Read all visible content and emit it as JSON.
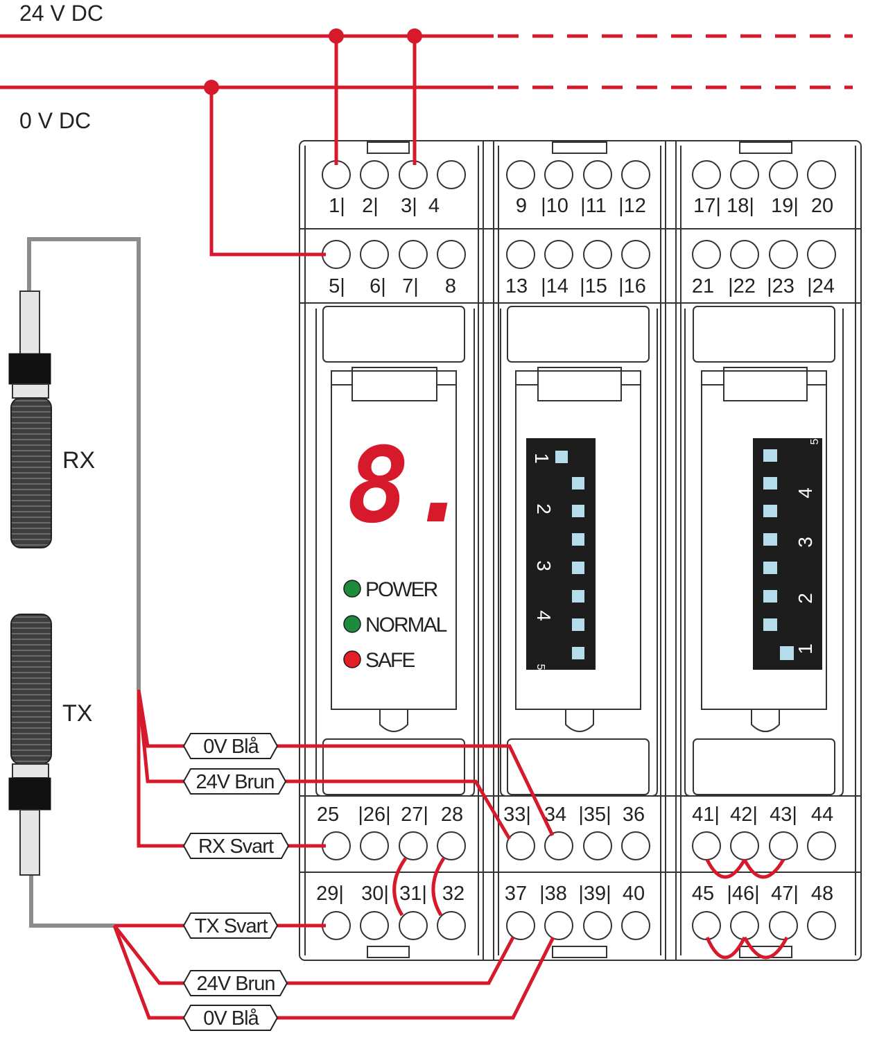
{
  "supply": {
    "v24_label": "24 V DC",
    "v0_label": "0 V DC"
  },
  "sensors": {
    "rx_label": "RX",
    "tx_label": "TX"
  },
  "modules": [
    {
      "top_row1": [
        "1|",
        "2|",
        "3|",
        "4"
      ],
      "top_row2": [
        "5|",
        "6|",
        "7|",
        "8"
      ],
      "bottom_row1": [
        "25",
        "|26|",
        "27|",
        "28"
      ],
      "bottom_row2": [
        "29|",
        "30|",
        "31|",
        "32"
      ]
    },
    {
      "top_row1": [
        "9",
        "|10",
        "|11",
        "|12"
      ],
      "top_row2": [
        "13",
        "|14",
        "|15",
        "|16"
      ],
      "bottom_row1": [
        "33|",
        "34",
        "|35|",
        "36"
      ],
      "bottom_row2": [
        "37",
        "|38",
        "|39|",
        "40"
      ]
    },
    {
      "top_row1": [
        "17|",
        "18|",
        "19|",
        "20"
      ],
      "top_row2": [
        "21",
        "|22",
        "|23",
        "|24"
      ],
      "bottom_row1": [
        "41|",
        "42|",
        "43|",
        "44"
      ],
      "bottom_row2": [
        "45",
        "|46|",
        "47|",
        "48"
      ]
    }
  ],
  "display": {
    "digit": "8.",
    "color": "#d7192c"
  },
  "leds": [
    {
      "label": "POWER",
      "color": "#1e8a3c"
    },
    {
      "label": "NORMAL",
      "color": "#1e8a3c"
    },
    {
      "label": "SAFE",
      "color": "#e31e24"
    }
  ],
  "dip_switch_a": {
    "labels": [
      "1",
      "2",
      "3",
      "4",
      "5"
    ]
  },
  "dip_switch_b": {
    "labels": [
      "5",
      "4",
      "3",
      "2",
      "1"
    ]
  },
  "wire_tags": {
    "rx_blue": "0V Blå",
    "rx_brown": "24V Brun",
    "rx_black": "RX Svart",
    "tx_black": "TX Svart",
    "tx_brown": "24V Brun",
    "tx_blue": "0V Blå"
  },
  "colors": {
    "wire_red": "#d7192c",
    "cable_gray": "#8c8c8c",
    "dip_body": "#1d1d1d",
    "dip_switch": "#b4dcea"
  }
}
